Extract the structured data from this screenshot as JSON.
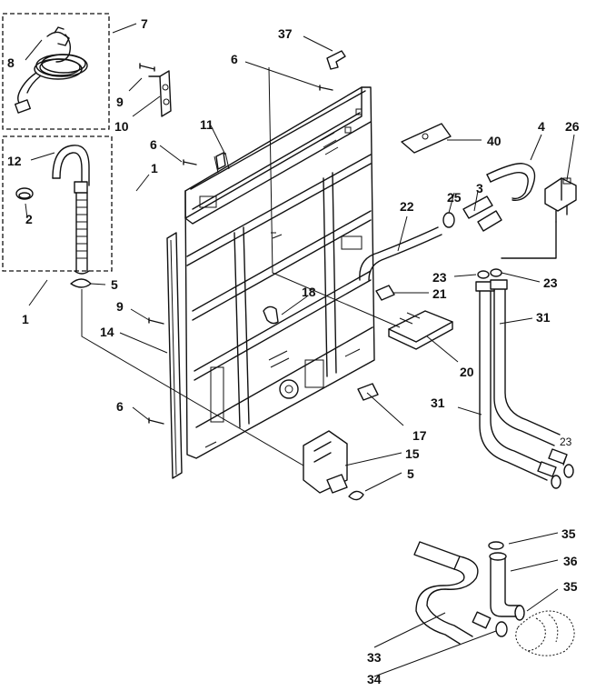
{
  "callouts": [
    {
      "id": "7",
      "text": "7"
    },
    {
      "id": "8",
      "text": "8"
    },
    {
      "id": "37",
      "text": "37"
    },
    {
      "id": "6a",
      "text": "6"
    },
    {
      "id": "9a",
      "text": "9"
    },
    {
      "id": "10",
      "text": "10"
    },
    {
      "id": "11",
      "text": "11"
    },
    {
      "id": "6b",
      "text": "6"
    },
    {
      "id": "1a",
      "text": "1"
    },
    {
      "id": "12",
      "text": "12"
    },
    {
      "id": "2",
      "text": "2"
    },
    {
      "id": "5a",
      "text": "5"
    },
    {
      "id": "1b",
      "text": "1"
    },
    {
      "id": "9b",
      "text": "9"
    },
    {
      "id": "14",
      "text": "14"
    },
    {
      "id": "6c",
      "text": "6"
    },
    {
      "id": "18",
      "text": "18"
    },
    {
      "id": "40",
      "text": "40"
    },
    {
      "id": "4",
      "text": "4"
    },
    {
      "id": "26",
      "text": "26"
    },
    {
      "id": "3",
      "text": "3"
    },
    {
      "id": "25",
      "text": "25"
    },
    {
      "id": "22",
      "text": "22"
    },
    {
      "id": "23a",
      "text": "23"
    },
    {
      "id": "23b",
      "text": "23"
    },
    {
      "id": "21",
      "text": "21"
    },
    {
      "id": "31a",
      "text": "31"
    },
    {
      "id": "20",
      "text": "20"
    },
    {
      "id": "31b",
      "text": "31"
    },
    {
      "id": "23c",
      "text": "23"
    },
    {
      "id": "17",
      "text": "17"
    },
    {
      "id": "15",
      "text": "15"
    },
    {
      "id": "5b",
      "text": "5"
    },
    {
      "id": "35a",
      "text": "35"
    },
    {
      "id": "36",
      "text": "36"
    },
    {
      "id": "35b",
      "text": "35"
    },
    {
      "id": "33",
      "text": "33"
    },
    {
      "id": "34",
      "text": "34"
    }
  ]
}
